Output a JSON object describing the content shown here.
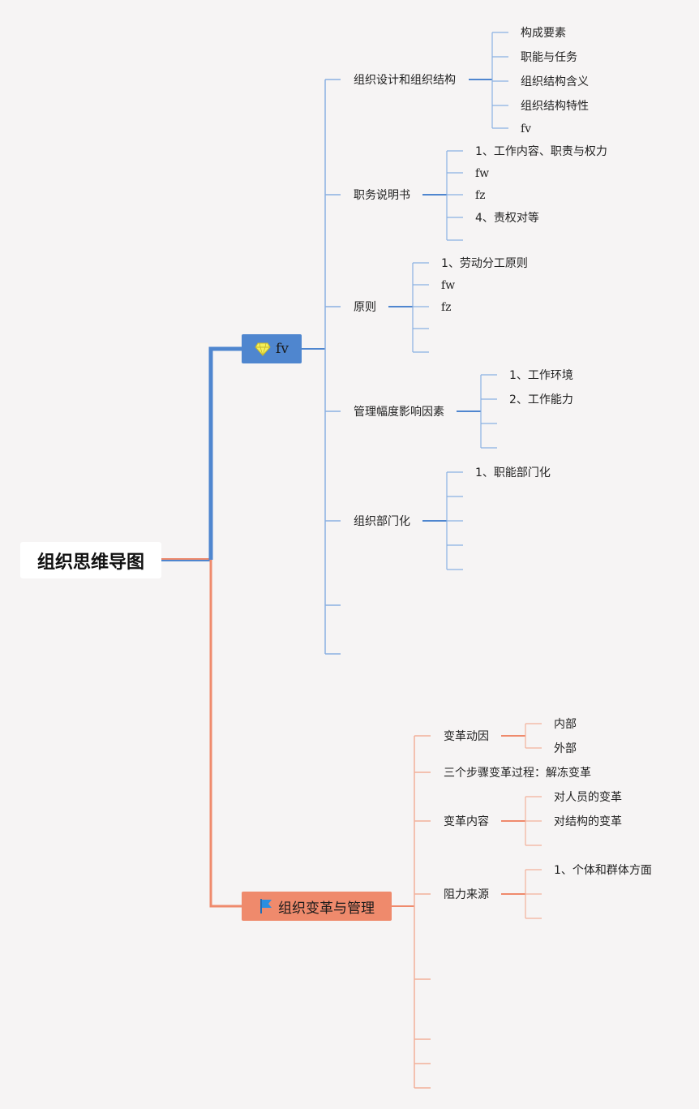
{
  "root": {
    "label": "组织思维导图"
  },
  "branch_fv": {
    "label": "fv",
    "icon": "diamond-icon",
    "color": "#4f86cf",
    "children": [
      {
        "label": "组织设计和组织结构",
        "children": [
          "构成要素",
          "职能与任务",
          "组织结构含义",
          "组织结构特性",
          "fv"
        ]
      },
      {
        "label": "职务说明书",
        "children": [
          "1、工作内容、职责与权力",
          "fw",
          "fz",
          "4、责权对等",
          ""
        ]
      },
      {
        "label": "原则",
        "children": [
          "1、劳动分工原则",
          "fw",
          "fz",
          "",
          ""
        ]
      },
      {
        "label": "管理幅度影响因素",
        "children": [
          "1、工作环境",
          "2、工作能力",
          "",
          ""
        ]
      },
      {
        "label": "组织部门化",
        "children": [
          "1、职能部门化",
          "",
          "",
          "",
          ""
        ]
      },
      {
        "label": "",
        "children": []
      },
      {
        "label": "",
        "children": []
      }
    ]
  },
  "branch_change": {
    "label": "组织变革与管理",
    "icon": "flag-icon",
    "color": "#ef8a6c",
    "children": [
      {
        "label": "变革动因",
        "children": [
          "内部",
          "外部"
        ]
      },
      {
        "label": "三个步骤变革过程：解冻变革",
        "children": []
      },
      {
        "label": "变革内容",
        "children": [
          "对人员的变革",
          "对结构的变革",
          ""
        ]
      },
      {
        "label": "阻力来源",
        "children": [
          "1、个体和群体方面",
          "",
          ""
        ]
      },
      {
        "label": "",
        "children": []
      },
      {
        "label": "",
        "children": []
      },
      {
        "label": "",
        "children": []
      },
      {
        "label": "",
        "children": []
      }
    ]
  }
}
